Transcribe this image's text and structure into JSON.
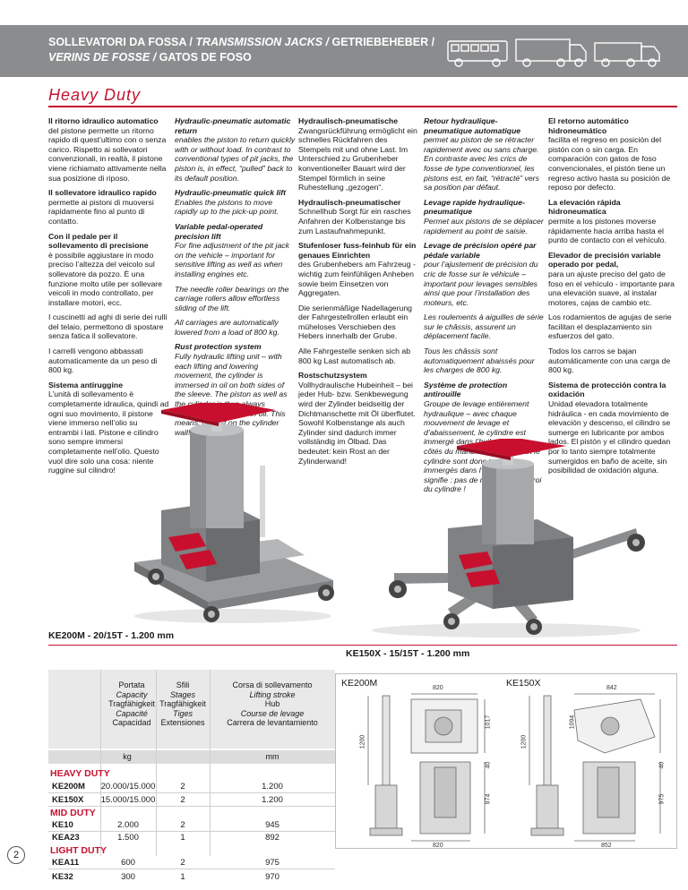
{
  "header": {
    "title_a": "SOLLEVATORI DA FOSSA / ",
    "title_b": "TRANSMISSION JACKS / ",
    "title_c": "GETRIEBEHEBER /",
    "title_d": "VERINS DE FOSSE / ",
    "title_e": "GATOS DE FOSO"
  },
  "section": {
    "title": "Heavy Duty"
  },
  "columns": {
    "it": {
      "p1_h": "Il ritorno idraulico automatico",
      "p1": "del pistone permette un ritorno rapido di quest’ultimo con o senza carico. Rispetto ai sollevatori convenzionali, in realtà, il pistone viene richiamato attivamente nella sua posizione di riposo.",
      "p2_h": "Il sollevatore idraulico rapido",
      "p2": "permette ai pistoni di muoversi rapidamente fino al punto di contatto.",
      "p3_h": "Con il pedale per il sollevamento di precisione",
      "p3": "è possibile aggiustare in modo preciso l’altezza del veicolo sul sollevatore da pozzo. È una funzione molto utile per sollevare veicoli in modo controllato, per installare motori, ecc.",
      "p4": "I cuscinetti ad aghi di serie dei rulli del telaio, permettono di spostare senza fatica il sollevatore.",
      "p5": "I carrelli vengono abbassati automaticamente da un peso di 800 kg.",
      "p6_h": "Sistema antiruggine",
      "p6": "L’unità di sollevamento è completamente idraulica, quindi ad ogni suo movimento, il pistone viene immerso nell’olio su entrambi i lati. Pistone e cilindro sono sempre immersi completamente nell’olio. Questo vuol dire solo una cosa: niente ruggine sul cilindro!"
    },
    "en": {
      "p1_h": "Hydraulic-pneumatic automatic return",
      "p1": "enables the piston to return quickly with or without load. In contrast to conventional types of pit jacks, the piston is, in effect, “pulled” back to its default position.",
      "p2_h": "Hydraulic-pneumatic quick lift",
      "p2": "Enables the pistons to move rapidly up to the pick-up point.",
      "p3_h": "Variable pedal-operated precision lift",
      "p3": "For fine adjustment of the pit jack on the vehicle – important for sensitive lifting as well as when installing engines etc.",
      "p4": "The needle roller bearings on the carriage rollers allow effortless sliding of the lift.",
      "p5": "All carriages are automatically lowered from a load of 800 kg.",
      "p6_h": "Rust protection system",
      "p6": "Fully hydraulic lifting unit – with each lifting and lowering movement, the cylinder is immersed in oil on both sides of the sleeve. The piston as well as the cylinder is thus always completely immersed in oil. This means: no rust on the cylinder wall!"
    },
    "de": {
      "p1_h": "Hydraulisch-pneumatische",
      "p1": "Zwangsrückführung ermöglicht ein schnelles Rückfahren des Stempels mit und ohne Last. Im Unterschied zu Grubenheber konventioneller Bauart wird der Stempel förmlich in seine Ruhestellung „gezogen“.",
      "p2_h": "Hydraulisch-pneumatischer",
      "p2": "Schnellhub Sorgt für ein rasches Anfahren der Kolbenstange bis zum Lastaufnahmepunkt.",
      "p3_h": "Stufenloser fuss-feinhub für ein genaues Einrichten",
      "p3": "des Grubenhebers am Fahrzeug - wichtig zum feinfühligen Anheben sowie beim Einsetzen von Aggregaten.",
      "p4": "Die serienmäßige Nadellagerung der Fahrgestellrollen erlaubt ein müheloses Verschieben des Hebers innerhalb der Grube.",
      "p5": "Alle Fahrgestelle senken sich ab 800 kg Last automatisch ab.",
      "p6_h": "Rostschutzsystem",
      "p6": "Vollhydraulische Hubeinheit – bei jeder Hub- bzw. Senkbewegung wird der Zylinder beidseitig der Dichtmanschette mit Öl überflutet. Sowohl Kolbenstange als auch Zylinder sind dadurch immer vollständig im Ölbad. Das bedeutet: kein Rost an der Zylinderwand!"
    },
    "fr": {
      "p1_h": "Retour hydraulique-pneumatique automatique",
      "p1": "permet au piston de se rétracter rapidement avec ou sans charge. En contraste avec les crics de fosse de type conventionnel, les pistons est, en fait, “rétracté” vers sa position par défaut.",
      "p2_h": "Levage rapide hydraulique-pneumatique",
      "p2": "Permet aux pistons de se déplacer rapidement au point de saisie.",
      "p3_h": "Levage de précision opéré par pédale variable",
      "p3": "pour l’ajustement de précision du cric de fosse sur le véhicule – important pour levages sensibles ainsi que pour l’installation des moteurs, etc.",
      "p4": "Les roulements à aiguilles de série sur le châssis, assurent un déplacement facile.",
      "p5": "Tous les châssis sont automatiquement abaissés pour les charges de 800 kg.",
      "p6_h": "Système de protection antirouille",
      "p6": "Groupe de levage entièrement hydraulique – avec chaque mouvement de levage et d’abaissement, le cylindre est immergé dans l’huile des deux côtés du manchon. Le piston et le cylindre sont donc toujours immergés dans l’huile. Ce qui signifie : pas de rouille sur la paroi du cylindre !"
    },
    "es": {
      "p1_h": "El retorno automático hidroneumático",
      "p1": "facilita el regreso en posición del pistón con o sin carga. En comparación con gatos de foso convencionales, el pistón tiene un regreso activo hasta su posición de reposo por defecto.",
      "p2_h": "La elevación rápida hidroneumatica",
      "p2": "permite a los pistones moverse rápidamente hacia arriba hasta el punto de contacto con el vehículo.",
      "p3_h": "Elevador de precisión variable operado por pedal,",
      "p3": "para un ajuste preciso del gato de foso en el vehículo - importante para una elevación suave, al instalar motores, cajas de cambio etc.",
      "p4": "Los rodamientos de agujas de serie facilitan el desplazamiento sin esfuerzos del gato.",
      "p5": "Todos los carros se bajan automáticamente con una carga de 800 kg.",
      "p6_h": "Sistema de protección contra la oxidación",
      "p6": "Unidad elevadora totalmente hidráulica - en cada movimiento de elevación y descenso, el cilindro se sumerge en lubricante por ambos lados. El pistón y el cilindro quedan por lo tanto siempre totalmente sumergidos en baño de aceite, sin posibilidad de oxidación alguna."
    }
  },
  "captions": {
    "ke200m": "KE200M - 20/15T - 1.200 mm",
    "ke150x": "KE150X - 15/15T - 1.200 mm"
  },
  "table": {
    "col1": [
      "Portata",
      "Capacity",
      "Tragfähigkeit",
      "Capacité",
      "Capacidad"
    ],
    "col2": [
      "Sfili",
      "Stages",
      "Tragfähigkeit",
      "Tiges",
      "Extensiones"
    ],
    "col3": [
      "Corsa di sollevamento",
      "Lifting stroke",
      "Hub",
      "Course de levage",
      "Carrera de levantamiento"
    ],
    "unit1": "kg",
    "unit3": "mm",
    "groups": [
      {
        "name": "HEAVY DUTY",
        "rows": [
          {
            "model": "KE200M",
            "capacity": "20.000/15.000",
            "stages": "2",
            "stroke": "1.200"
          },
          {
            "model": "KE150X",
            "capacity": "15.000/15.000",
            "stages": "2",
            "stroke": "1.200"
          }
        ]
      },
      {
        "name": "MID DUTY",
        "rows": [
          {
            "model": "KE10",
            "capacity": "2.000",
            "stages": "2",
            "stroke": "945"
          },
          {
            "model": "KEA23",
            "capacity": "1.500",
            "stages": "1",
            "stroke": "892"
          }
        ]
      },
      {
        "name": "LIGHT DUTY",
        "rows": [
          {
            "model": "KEA11",
            "capacity": "600",
            "stages": "2",
            "stroke": "975"
          },
          {
            "model": "KE32",
            "capacity": "300",
            "stages": "1",
            "stroke": "970"
          }
        ]
      }
    ]
  },
  "drawings": {
    "left_label": "KE200M",
    "right_label": "KE150X",
    "dims_left": {
      "top": "820",
      "bottom": "820",
      "h1": "1200",
      "h2": "1017",
      "h3": "974",
      "h4": "40"
    },
    "dims_right": {
      "top": "842",
      "bottom": "852",
      "h1": "1200",
      "h2": "1094",
      "h3": "975",
      "h4": "40"
    }
  },
  "page": {
    "number": "2"
  },
  "colors": {
    "accent": "#c41230",
    "header_bg": "#8a8c8e",
    "machine_gray": "#8e9092",
    "machine_red": "#c8102e"
  }
}
